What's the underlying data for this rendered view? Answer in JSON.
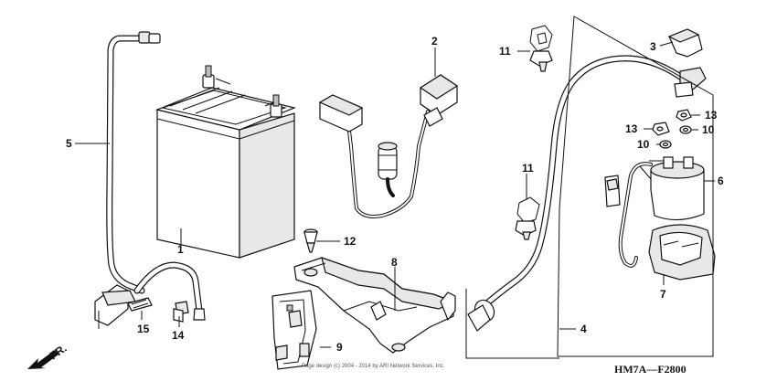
{
  "diagram": {
    "code": "HM7A—F2800",
    "direction_label": "FR.",
    "copyright": "Page design (c) 2004 - 2014 by ARI Network Services, Inc.",
    "callouts": [
      {
        "id": "c1",
        "label": "1",
        "part": "battery"
      },
      {
        "id": "c2",
        "label": "2",
        "part": "battery-sub-harness"
      },
      {
        "id": "c3",
        "label": "3",
        "part": "terminal-cover"
      },
      {
        "id": "c4",
        "label": "4",
        "part": "starter-motor-cable"
      },
      {
        "id": "c5",
        "label": "5",
        "part": "ground-cable"
      },
      {
        "id": "c6",
        "label": "6",
        "part": "starter-magnetic-switch"
      },
      {
        "id": "c7",
        "label": "7",
        "part": "switch-rubber-mount"
      },
      {
        "id": "c8",
        "label": "8",
        "part": "battery-holder"
      },
      {
        "id": "c9",
        "label": "9",
        "part": "battery-band"
      },
      {
        "id": "c10a",
        "label": "10",
        "part": "washer"
      },
      {
        "id": "c10b",
        "label": "10",
        "part": "washer"
      },
      {
        "id": "c11a",
        "label": "11",
        "part": "cable-clip"
      },
      {
        "id": "c11b",
        "label": "11",
        "part": "cable-clip"
      },
      {
        "id": "c12",
        "label": "12",
        "part": "trim-clip"
      },
      {
        "id": "c13a",
        "label": "13",
        "part": "nut"
      },
      {
        "id": "c13b",
        "label": "13",
        "part": "nut"
      },
      {
        "id": "c14",
        "label": "14",
        "part": "bolt"
      },
      {
        "id": "c15",
        "label": "15",
        "part": "bolt"
      }
    ]
  }
}
